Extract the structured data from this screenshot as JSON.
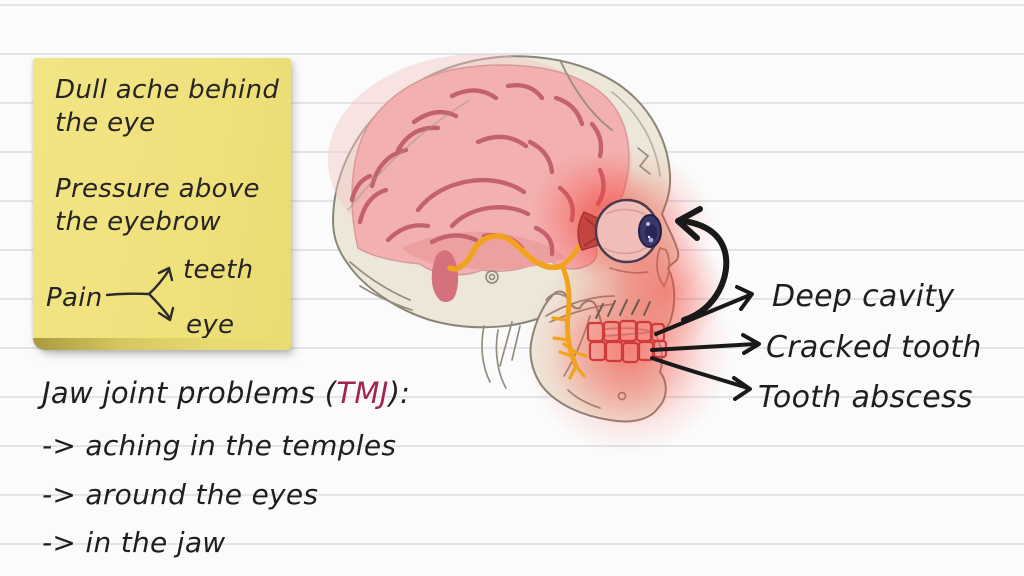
{
  "sticky_note": {
    "line1a": "Dull ache behind",
    "line1b": "the eye",
    "line2a": "Pressure above",
    "line2b": "the eyebrow",
    "pain_label": "Pain",
    "pain_target_top": "teeth",
    "pain_target_bottom": "eye"
  },
  "tmj_section": {
    "heading_prefix": "Jaw joint problems (",
    "heading_accent": "TMJ",
    "heading_suffix": "):",
    "items": [
      "-> aching in the temples",
      "-> around the eyes",
      "-> in the jaw"
    ]
  },
  "tooth_causes": {
    "labels": [
      "Deep cavity",
      "Cracked tooth",
      "Tooth abscess"
    ]
  },
  "colors": {
    "paper": "#fbfbfb",
    "ruled_line": "#e3e3e9",
    "sticky_note": "#efe27d",
    "ink": "#1e1e1e",
    "tmj_accent": "#a3244a",
    "pain_glow": "#f2443a",
    "nerve_orange": "#f2a31d",
    "brain_pink": "#f3b0b0",
    "bone": "#ece7d9",
    "tooth_outline": "#cf3b3b"
  }
}
